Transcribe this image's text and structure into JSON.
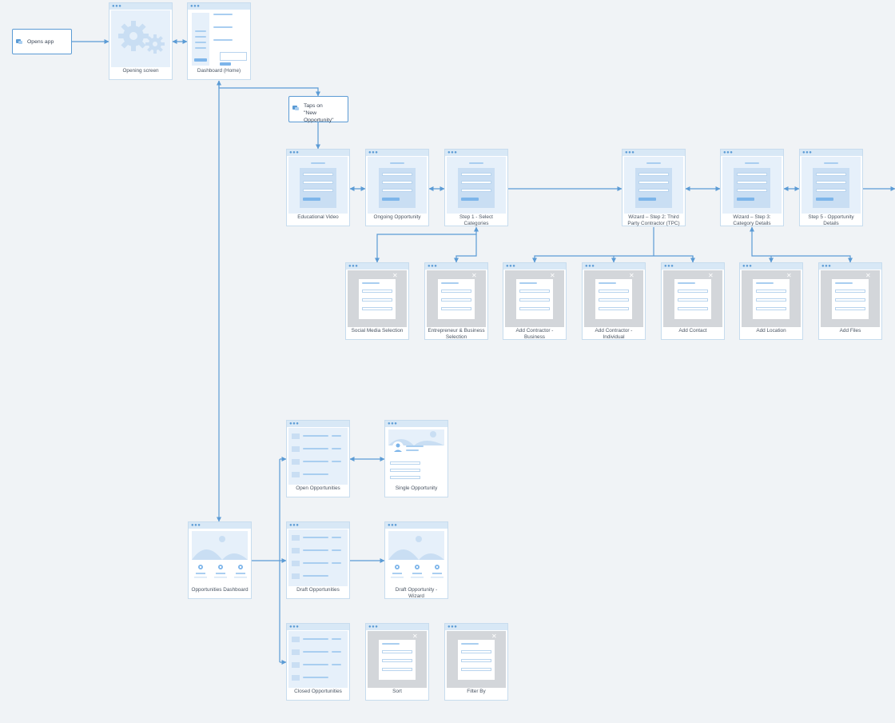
{
  "events": [
    {
      "id": "opens-app",
      "label": "Opens app"
    },
    {
      "id": "taps-new",
      "label": "Taps on\n\"New Opportunity\""
    }
  ],
  "screens": [
    {
      "id": "opening-screen",
      "label": "Opening screen",
      "kind": "gears"
    },
    {
      "id": "dashboard-home",
      "label": "Dashboard (Home)",
      "kind": "dashboard"
    },
    {
      "id": "educational-video",
      "label": "Educational Video",
      "kind": "form"
    },
    {
      "id": "ongoing-opportunity",
      "label": "Ongoing Opportunity",
      "kind": "form"
    },
    {
      "id": "step1-select-categories",
      "label": "Step 1 - Select Categories",
      "kind": "form"
    },
    {
      "id": "wizard-step2-tpc",
      "label": "Wizard – Step 2: Third Party Contractor (TPC)",
      "kind": "form"
    },
    {
      "id": "wizard-step3-category-details",
      "label": "Wizard – Step 3: Category Details",
      "kind": "form"
    },
    {
      "id": "step5-opportunity-details",
      "label": "Step 5 - Opportunity Details",
      "kind": "form"
    },
    {
      "id": "social-media-selection",
      "label": "Social Media Selection",
      "kind": "modal"
    },
    {
      "id": "entrepreneur-business-selection",
      "label": "Entrepreneur & Business Selection",
      "kind": "modal"
    },
    {
      "id": "add-contractor-business",
      "label": "Add Contractor - Business",
      "kind": "modal"
    },
    {
      "id": "add-contractor-individual",
      "label": "Add Contractor - Individual",
      "kind": "modal"
    },
    {
      "id": "add-contact",
      "label": "Add Contact",
      "kind": "modal"
    },
    {
      "id": "add-location",
      "label": "Add Location",
      "kind": "modal"
    },
    {
      "id": "add-files",
      "label": "Add Files",
      "kind": "modal"
    },
    {
      "id": "open-opportunities",
      "label": "Open Opportunities",
      "kind": "list"
    },
    {
      "id": "single-opportunity",
      "label": "Single Opportunity",
      "kind": "profile"
    },
    {
      "id": "opportunities-dashboard",
      "label": "Opportunities Dashboard",
      "kind": "hero"
    },
    {
      "id": "draft-opportunities",
      "label": "Draft Opportunities",
      "kind": "list"
    },
    {
      "id": "draft-opportunity-wizard",
      "label": "Draft Opportunity - Wizard",
      "kind": "hero"
    },
    {
      "id": "closed-opportunities",
      "label": "Closed Opportunities",
      "kind": "list"
    },
    {
      "id": "sort",
      "label": "Sort",
      "kind": "modal-small"
    },
    {
      "id": "filter-by",
      "label": "Filter By",
      "kind": "modal-small"
    }
  ],
  "colors": {
    "background": "#f0f3f6",
    "line": "#5b9bd5",
    "card_border": "#c7dcee",
    "thumb": "#e6f0fa",
    "modal_thumb": "#d3d6da",
    "accent": "#7db5ea"
  },
  "icons": {
    "event": "tap-hand-icon",
    "close": "close-icon"
  }
}
